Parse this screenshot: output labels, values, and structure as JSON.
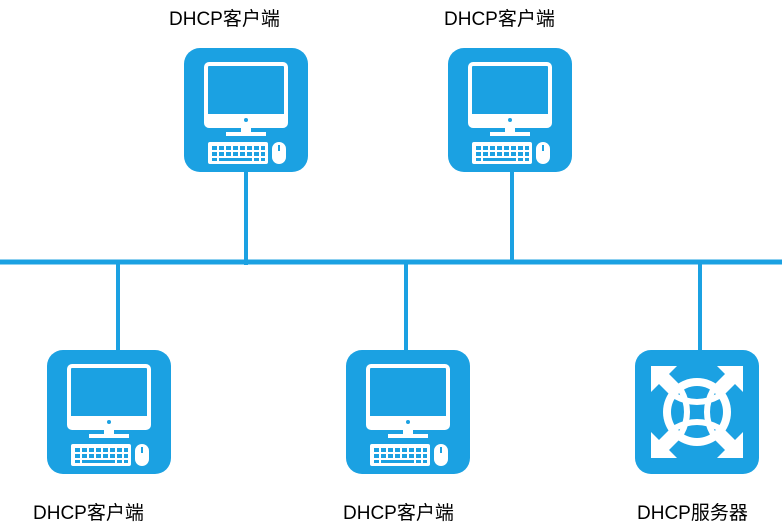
{
  "colors": {
    "line": "#1ba1e2",
    "node_fill": "#1ba1e2",
    "icon": "#ffffff",
    "label": "#000000"
  },
  "nodes": [
    {
      "id": "client-top-left",
      "label": "DHCP客户端",
      "icon": "computer-icon"
    },
    {
      "id": "client-top-right",
      "label": "DHCP客户端",
      "icon": "computer-icon"
    },
    {
      "id": "client-bottom-left",
      "label": "DHCP客户端",
      "icon": "computer-icon"
    },
    {
      "id": "client-bottom-middle",
      "label": "DHCP客户端",
      "icon": "computer-icon"
    },
    {
      "id": "server",
      "label": "DHCP服务器",
      "icon": "server-icon"
    }
  ]
}
